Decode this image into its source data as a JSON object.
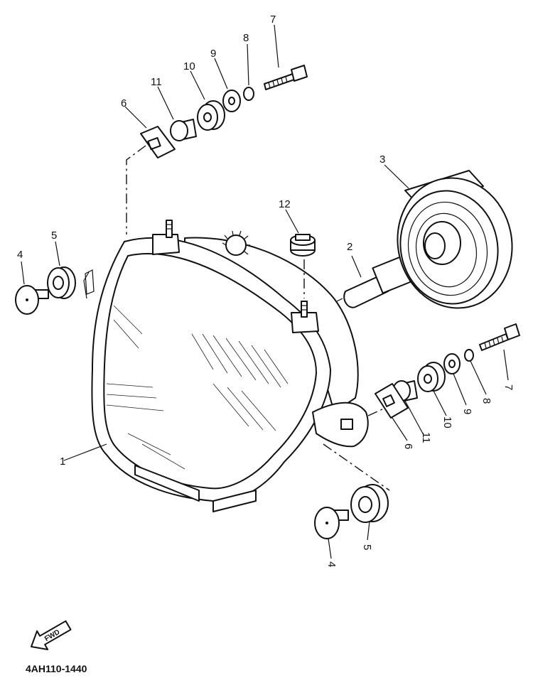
{
  "callouts": {
    "c1": "1",
    "c2": "2",
    "c3": "3",
    "c4": "4",
    "c5": "5",
    "c6": "6",
    "c7": "7",
    "c8": "8",
    "c9": "9",
    "c10": "10",
    "c11": "11",
    "c12": "12"
  },
  "fwd_label": "FWD",
  "diagram_ref": "4AH110-1440",
  "icons": {
    "fwd_arrow": "fwd-arrow-icon"
  }
}
